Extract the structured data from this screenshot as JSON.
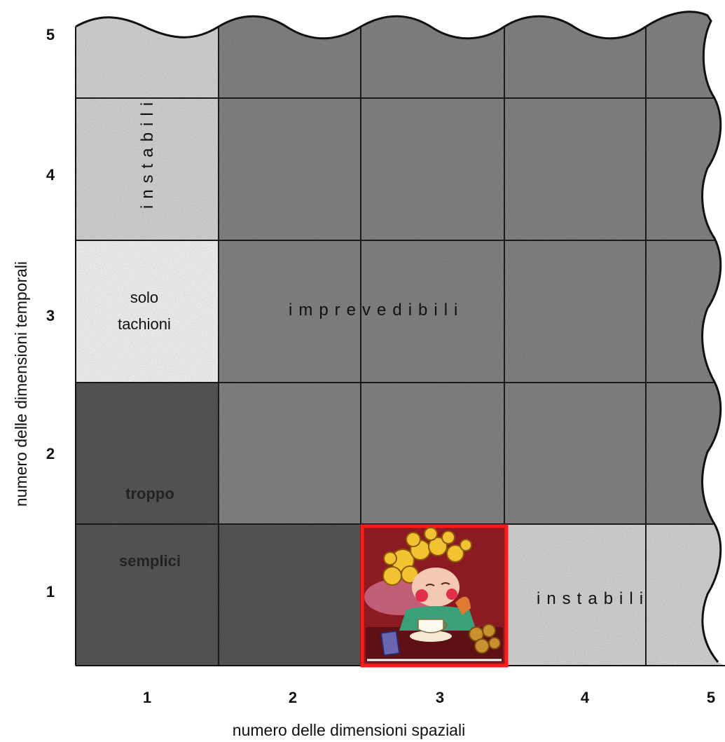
{
  "x_axis": {
    "label": "numero delle dimensioni spaziali",
    "ticks": [
      "1",
      "2",
      "3",
      "4",
      "5"
    ]
  },
  "y_axis": {
    "label": "numero delle dimensioni temporali",
    "ticks": [
      "1",
      "2",
      "3",
      "4",
      "5"
    ]
  },
  "regions": {
    "instabili_left": "instabili",
    "solo_tachioni_line1": "solo",
    "solo_tachioni_line2": "tachioni",
    "imprevedibili": "imprevedibili",
    "troppo": "troppo",
    "semplici": "semplici",
    "instabili_bottom": "instabili"
  },
  "colors": {
    "light": "#dedede",
    "mid": "#8a8a8a",
    "dark": "#5b5b5b",
    "white": "#ffffff",
    "highlight": "#ff1a1a",
    "picture_bg": "#8c1a22"
  },
  "picture": {
    "description_icon": "curly-haired-child-drinking-tea-illustration"
  }
}
